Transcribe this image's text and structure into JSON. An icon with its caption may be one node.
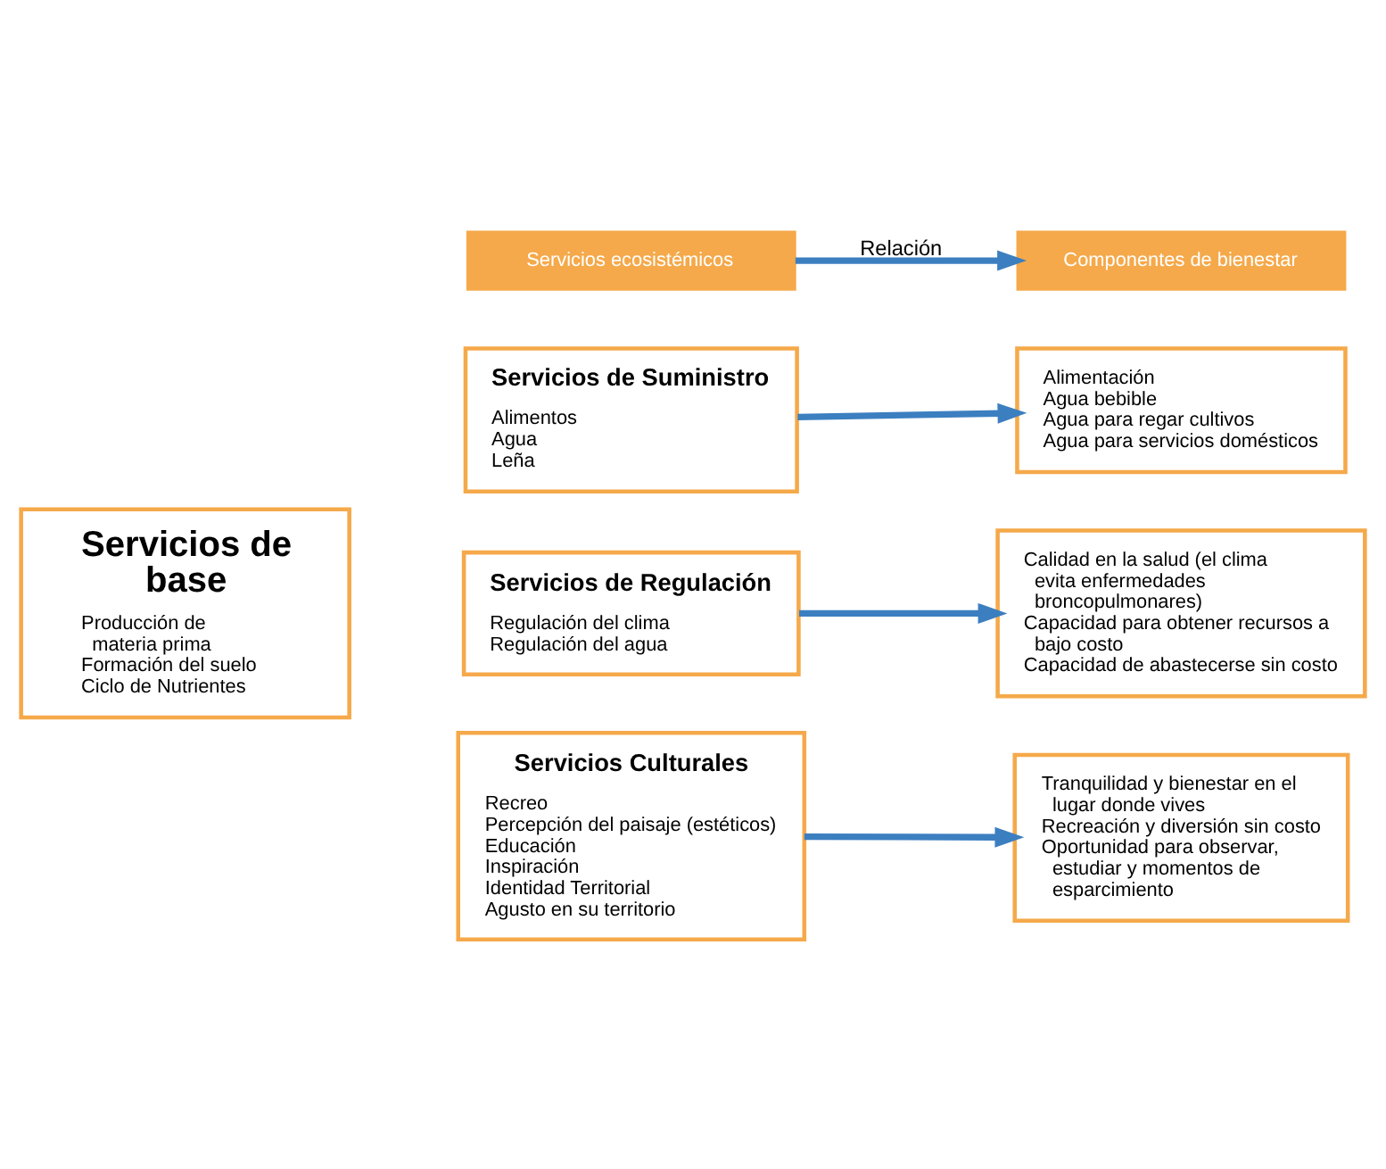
{
  "diagram": {
    "nodes": [
      {
        "text": [
          "Servicios de base",
          "Producción de materia prima",
          "Formación del suelo",
          "Ciclo de Nutrientes"
        ]
      },
      {
        "text": [
          "Servicios ecosistémicos"
        ]
      },
      {
        "text": [
          "Componentes de bienestar"
        ]
      },
      {
        "text": [
          "Servicios de Suministro",
          "Alimentos",
          "Agua",
          "Leña"
        ]
      },
      {
        "text": [
          "Servicios de Regulación",
          "Regulación del clima",
          "Regulación del agua"
        ]
      },
      {
        "text": [
          "Servicios Culturales",
          "Recreo",
          "Percepción del paisaje (estéticos)",
          "Educación",
          "Inspiración",
          "Identidad Territorial",
          "Agusto en su territorio"
        ]
      },
      {
        "text": [
          "Alimentación",
          "Agua bebible",
          "Agua para regar cultivos",
          "Agua para servicios domésticos"
        ]
      },
      {
        "text": [
          "Calidad en la salud (el clima evita enfermedades broncopulmonares)",
          "Capacidad para obtener recursos a bajo costo",
          "Capacidad de abastecerse sin costo"
        ]
      },
      {
        "text": [
          "Tranquilidad y bienestar en el lugar donde vives",
          "Recreación y diversión sin costo",
          "Oportunidad para observar, estudiar y momentos de esparcimiento"
        ]
      }
    ],
    "edges": [
      {
        "from": 1,
        "to": 2,
        "label": "Relación",
        "arrow": "to"
      },
      {
        "from": 3,
        "to": 6,
        "arrow": "to"
      },
      {
        "from": 4,
        "to": 7,
        "arrow": "to"
      },
      {
        "from": 5,
        "to": 8,
        "arrow": "to"
      }
    ]
  }
}
